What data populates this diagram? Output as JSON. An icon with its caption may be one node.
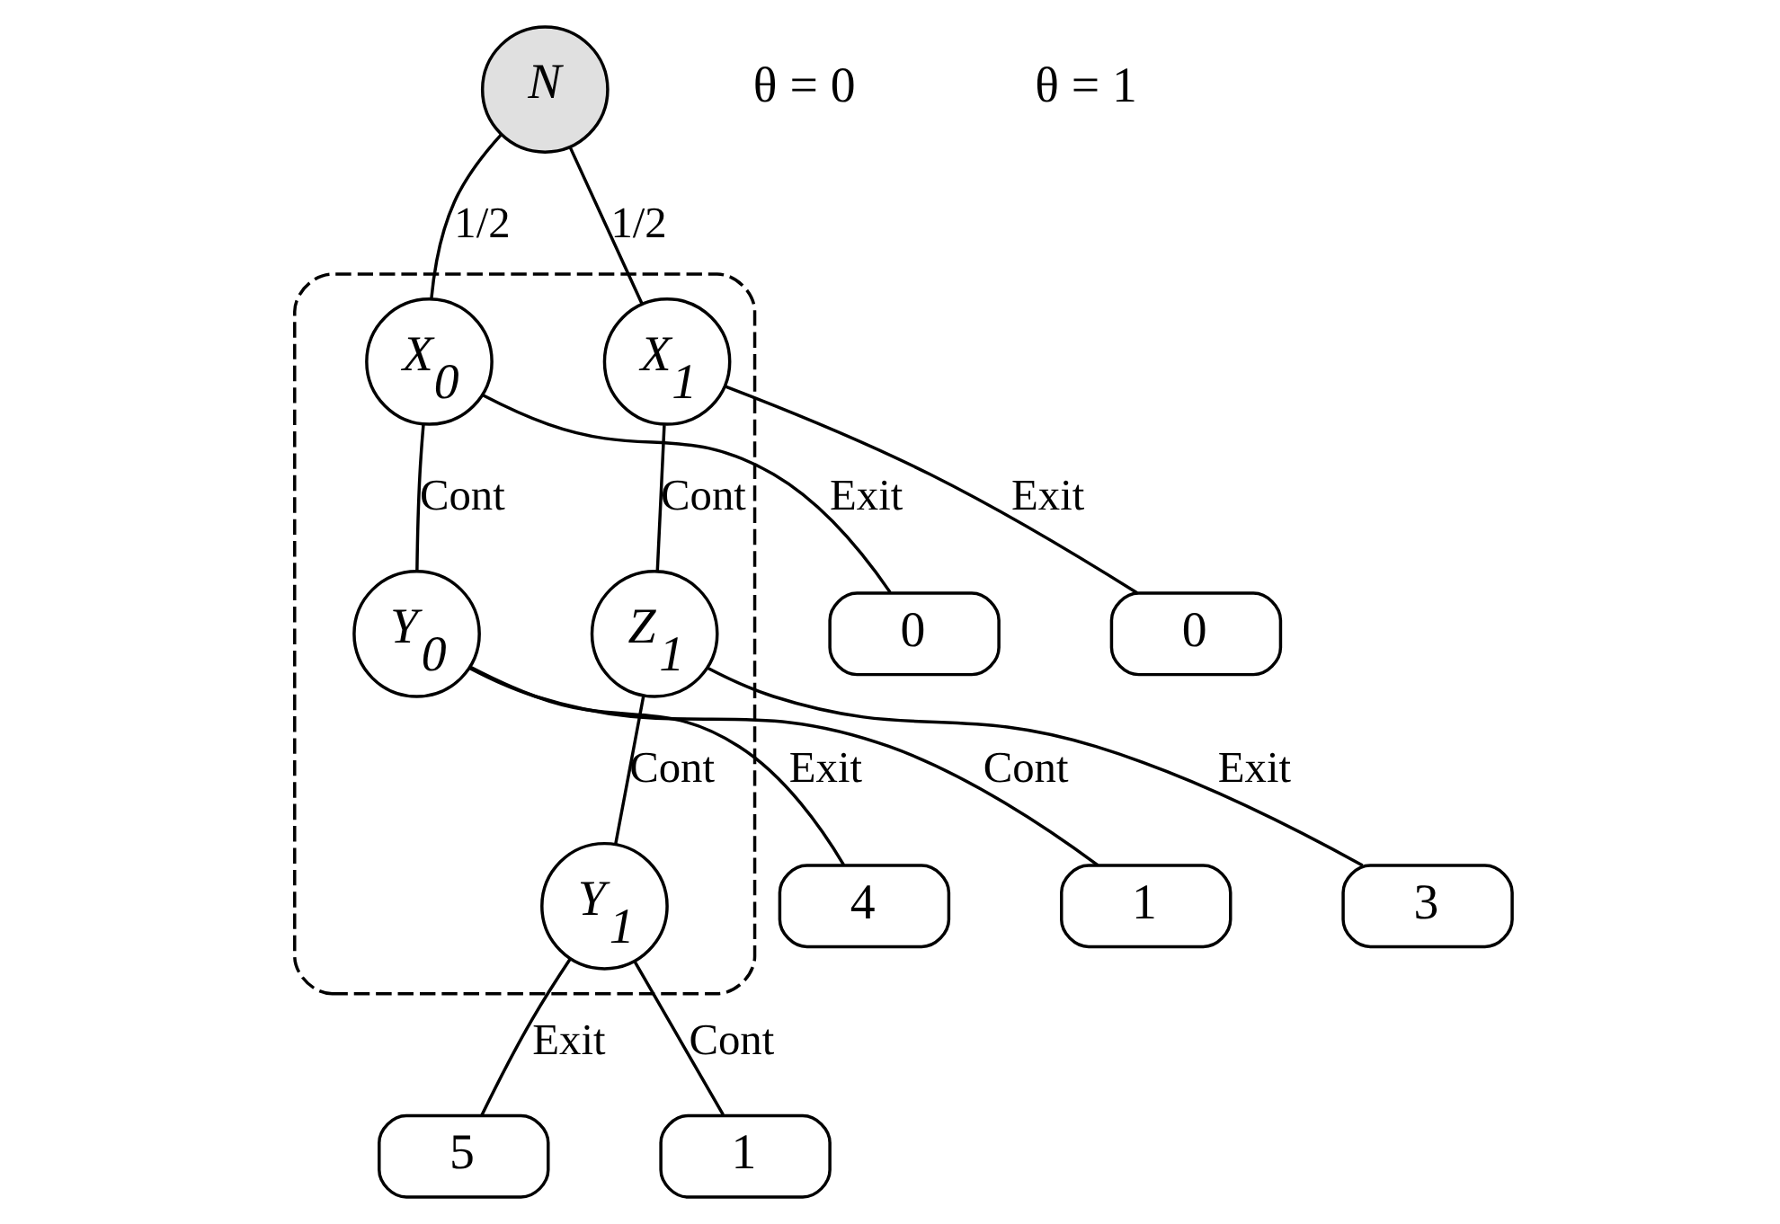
{
  "diagram": {
    "nodes": [
      {
        "text": [
          "N"
        ]
      },
      {
        "text": [],
        "shape": "box"
      },
      {
        "text": [
          "0"
        ]
      },
      {
        "text": [
          "X$_{0}$"
        ],
        "in": 1
      },
      {
        "text": [
          "X$_{1}$"
        ],
        "in": 1
      },
      {
        "text": [
          "0"
        ]
      },
      {
        "text": [
          "4"
        ]
      },
      {
        "text": [
          "Y$_{0}$"
        ],
        "in": 1
      },
      {
        "text": [
          "Z$_{1}$"
        ],
        "in": 1
      },
      {
        "text": [
          "3"
        ]
      },
      {
        "text": [
          "1"
        ]
      },
      {
        "text": [
          "Y$_{1}$"
        ],
        "in": 1
      },
      {
        "text": [
          "5"
        ]
      },
      {
        "text": [
          "1"
        ]
      }
    ],
    "edges": [
      {
        "from": 0,
        "to": 3,
        "arrow": "none",
        "label": "1/2"
      },
      {
        "from": 0,
        "to": 4,
        "arrow": "none",
        "label": "1/2"
      },
      {
        "from": 3,
        "to": 2,
        "arrow": "none",
        "label": "Exit"
      },
      {
        "from": 3,
        "to": 7,
        "arrow": "none",
        "label": "Cont"
      },
      {
        "from": 7,
        "to": 6,
        "arrow": "none",
        "label": "Exit"
      },
      {
        "from": 7,
        "to": 10,
        "arrow": "none",
        "label": "Cont"
      },
      {
        "from": 4,
        "to": 5,
        "arrow": "none",
        "label": "Exit"
      },
      {
        "from": 4,
        "to": 8,
        "arrow": "none",
        "label": "Cont"
      },
      {
        "from": 8,
        "to": 9,
        "arrow": "none",
        "label": "Exit"
      },
      {
        "from": 8,
        "to": 11,
        "arrow": "none",
        "label": "Cont"
      },
      {
        "from": 11,
        "to": 12,
        "arrow": "none",
        "label": "Exit"
      },
      {
        "from": 11,
        "to": 13,
        "arrow": "none",
        "label": "Cont"
      }
    ],
    "labels": [
      "θ = 0",
      "θ = 1"
    ]
  }
}
